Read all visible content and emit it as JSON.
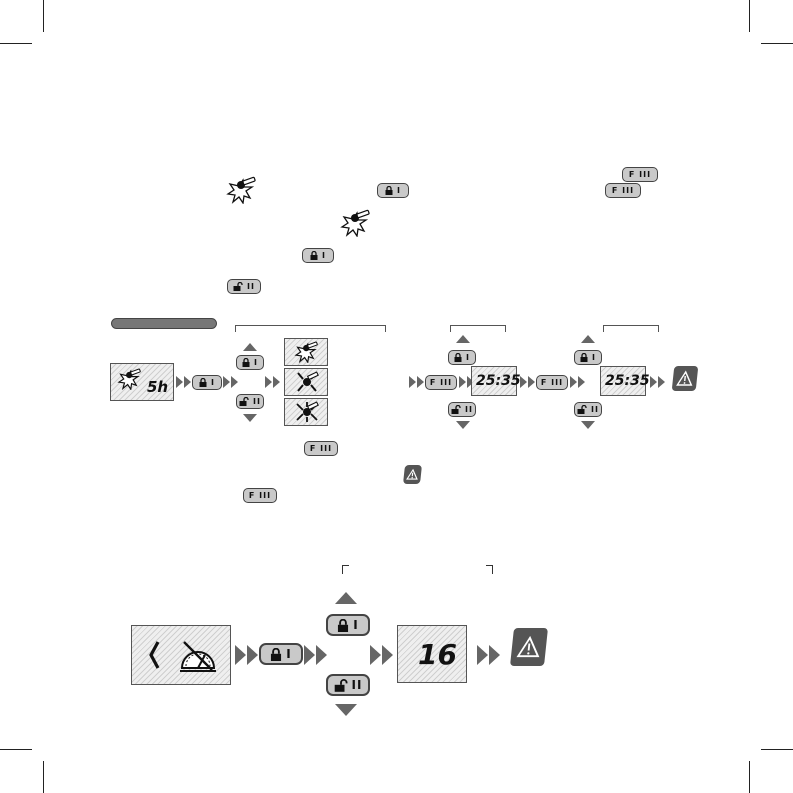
{
  "buttons": {
    "lock": "I",
    "unlock": "II",
    "function": "F III"
  },
  "displays": {
    "tire_code": "5h",
    "timer_1": "25:35",
    "timer_2": "25:35",
    "value": "16"
  },
  "icons": {
    "tire": "tire-puncture-icon",
    "lock": "padlock-closed-icon",
    "unlock": "padlock-open-icon",
    "warning": "warning-triangle-icon",
    "speedometer": "speedometer-icon",
    "arrow_up": "triangle-up-icon",
    "arrow_down": "triangle-down-icon",
    "forward": "double-chevron-icon"
  },
  "colors": {
    "button_fill": "#c9c9c9",
    "pill": "#777777",
    "warning": "#555555"
  }
}
